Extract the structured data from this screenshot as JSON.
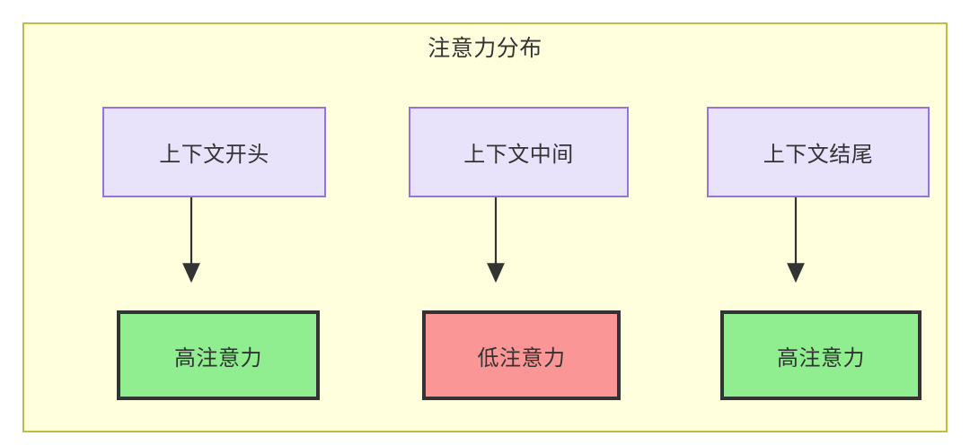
{
  "diagram": {
    "title": "注意力分布",
    "background_color": "#ffffde",
    "border_color": "#bfbf3f",
    "source_node_fill": "#e8e3fb",
    "source_node_border": "#9673e0",
    "high_node_fill": "#90ee90",
    "low_node_fill": "#fa9696",
    "strong_node_border": "#333333",
    "edge_color": "#333333",
    "nodes": {
      "top": [
        {
          "id": "context-start",
          "label": "上下文开头"
        },
        {
          "id": "context-middle",
          "label": "上下文中间"
        },
        {
          "id": "context-end",
          "label": "上下文结尾"
        }
      ],
      "bottom": [
        {
          "id": "attention-high-start",
          "label": "高注意力"
        },
        {
          "id": "attention-low-middle",
          "label": "低注意力"
        },
        {
          "id": "attention-high-end",
          "label": "高注意力"
        }
      ]
    },
    "edges": [
      {
        "from": "context-start",
        "to": "attention-high-start"
      },
      {
        "from": "context-middle",
        "to": "attention-low-middle"
      },
      {
        "from": "context-end",
        "to": "attention-high-end"
      }
    ]
  }
}
